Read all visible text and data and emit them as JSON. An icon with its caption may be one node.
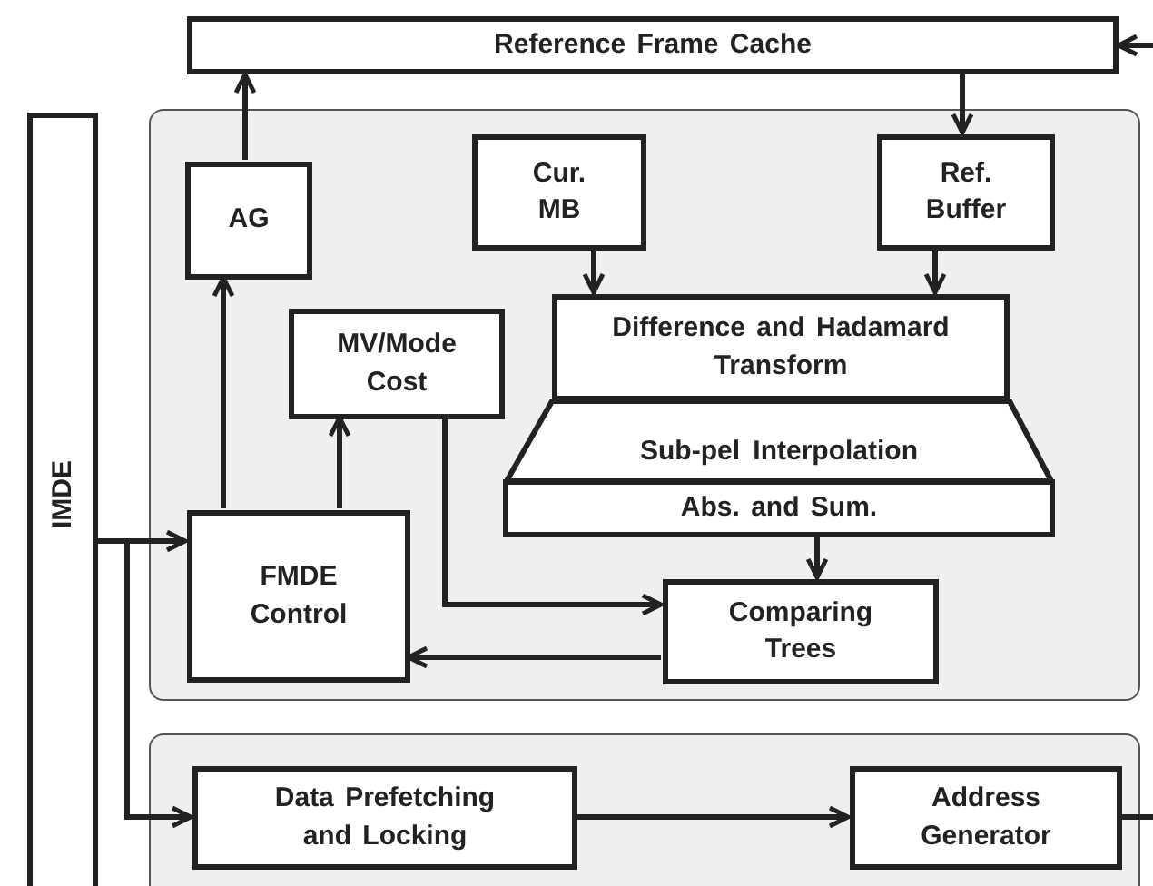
{
  "diagram": {
    "nodes": [
      {
        "text": [
          "Reference Frame Cache"
        ]
      },
      {
        "text": [
          "IMDE"
        ]
      },
      {
        "text": [],
        "shape": "box"
      },
      {
        "text": [
          "AG"
        ],
        "in": 2
      },
      {
        "text": [
          "Cur. MB"
        ],
        "in": 2
      },
      {
        "text": [
          "Ref. Buffer"
        ],
        "in": 2
      },
      {
        "text": [
          "Difference and Hadamard Transform"
        ],
        "in": 2
      },
      {
        "text": [
          "Sub-pel Interpolation"
        ],
        "in": 2
      },
      {
        "text": [
          "Abs. and Sum."
        ],
        "in": 2
      },
      {
        "text": [
          "MV/Mode Cost"
        ],
        "in": 2
      },
      {
        "text": [
          "FMDE Control"
        ],
        "in": 2
      },
      {
        "text": [
          "Comparing Trees"
        ],
        "in": 2
      },
      {
        "text": [],
        "shape": "box"
      },
      {
        "text": [
          "Data Prefetching and Locking"
        ],
        "in": 12
      },
      {
        "text": [
          "Address Generator"
        ],
        "in": 12
      }
    ],
    "edges": [
      {
        "from": 3,
        "to": 0,
        "arrow": "to"
      },
      {
        "from": 0,
        "to": 5,
        "arrow": "to"
      },
      {
        "from": null,
        "to": 0,
        "arrow": "to"
      },
      {
        "from": 4,
        "to": 6,
        "arrow": "to"
      },
      {
        "from": 5,
        "to": 6,
        "arrow": "to"
      },
      {
        "from": 8,
        "to": 11,
        "arrow": "to"
      },
      {
        "from": 10,
        "to": 3,
        "arrow": "to"
      },
      {
        "from": 10,
        "to": 9,
        "arrow": "to"
      },
      {
        "from": 9,
        "to": 11,
        "arrow": "to"
      },
      {
        "from": 11,
        "to": 10,
        "arrow": "to"
      },
      {
        "from": 1,
        "to": 10,
        "arrow": "to"
      },
      {
        "from": 1,
        "to": 13,
        "arrow": "to"
      },
      {
        "from": 13,
        "to": 14,
        "arrow": "to"
      },
      {
        "from": 14,
        "to": null,
        "arrow": "none"
      }
    ]
  }
}
